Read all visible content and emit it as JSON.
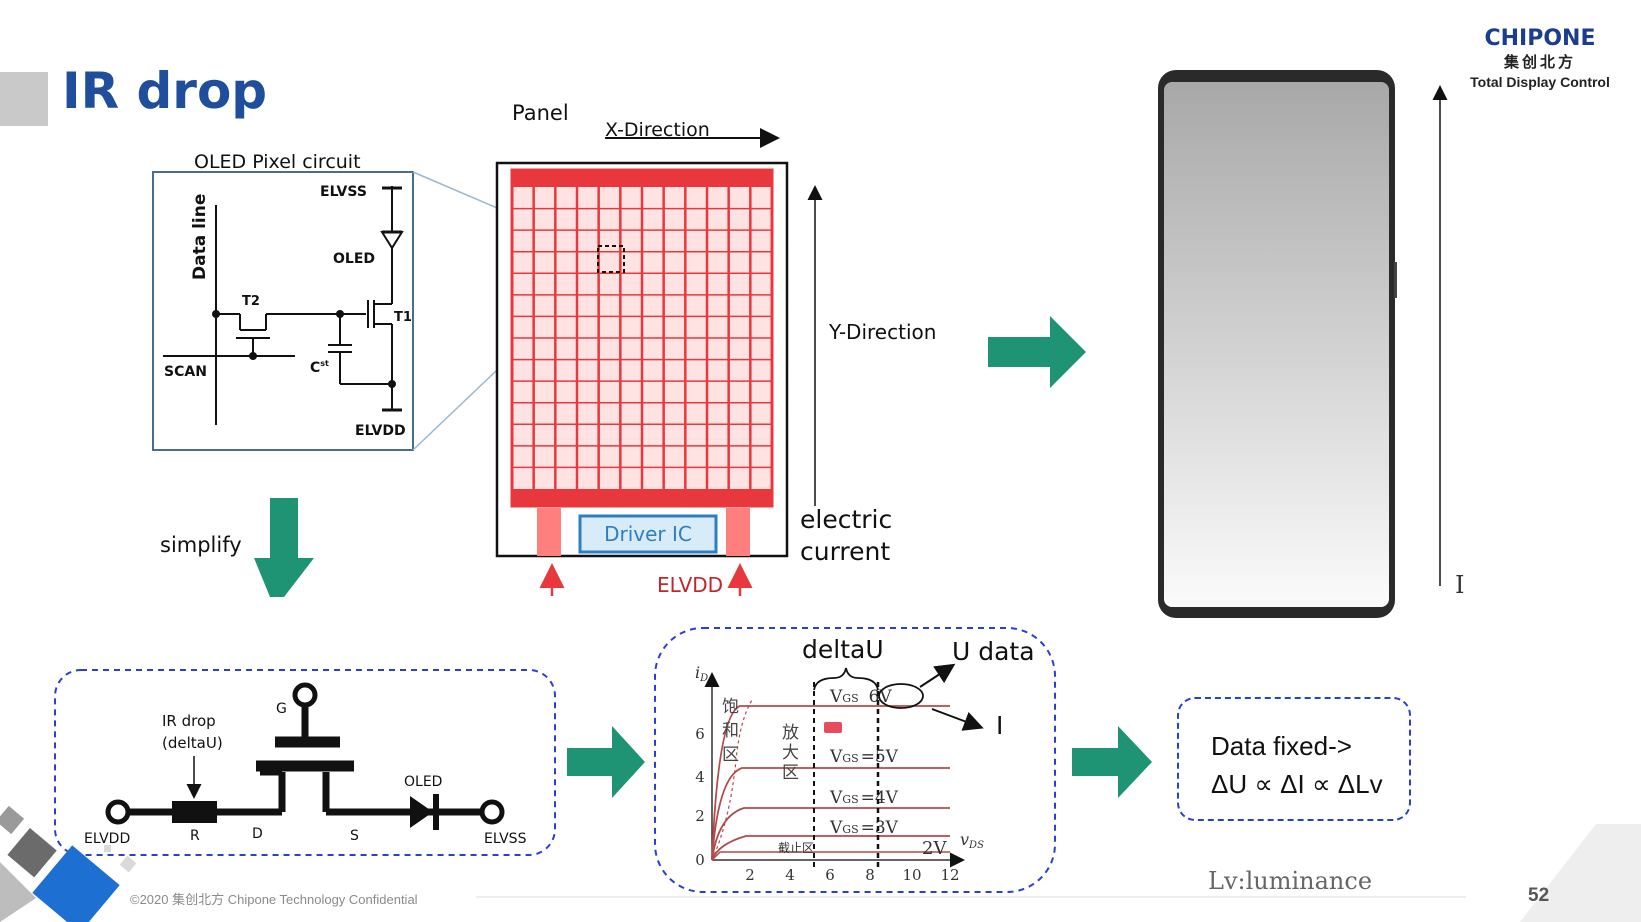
{
  "slide": {
    "title": "IR drop",
    "page_number": "52",
    "footer": "©2020 集创北方 Chipone Technology Confidential"
  },
  "logo": {
    "brand": "CHIPONE",
    "brand_cn": "集创北方",
    "tagline": "Total Display Control"
  },
  "pixel_circuit": {
    "title": "OLED Pixel circuit",
    "labels": {
      "data_line": "Data line",
      "elvss": "ELVSS",
      "oled": "OLED",
      "t2": "T2",
      "t1": "T1",
      "scan": "SCAN",
      "cap": "C",
      "cap_sup": "st",
      "elvdd": "ELVDD"
    }
  },
  "panel": {
    "title": "Panel",
    "x_direction": "X-Direction",
    "y_direction": "Y-Direction",
    "driver_ic": "Driver IC",
    "elvdd": "ELVDD",
    "current_line1": "electric",
    "current_line2": "current",
    "colors": {
      "grid": "#e8383d",
      "fill": "#ffd6d6",
      "ic": "#2e7fc1"
    }
  },
  "simplify_label": "simplify",
  "simplified_circuit": {
    "ir_drop_line1": "IR drop",
    "ir_drop_line2": "(deltaU)",
    "g": "G",
    "oled": "OLED",
    "elvdd": "ELVDD",
    "r": "R",
    "d": "D",
    "s": "S",
    "elvss": "ELVSS"
  },
  "iv_chart": {
    "delta_u": "deltaU",
    "u_data": "U data",
    "i_label": "I",
    "y_axis": "i",
    "y_axis_sub": "D",
    "x_axis": "v",
    "x_axis_sub": "DS",
    "y_ticks": [
      "6",
      "4",
      "2",
      "0"
    ],
    "x_ticks": [
      "2",
      "4",
      "6",
      "8",
      "10",
      "12"
    ],
    "region_saturation": [
      "饱",
      "和",
      "区"
    ],
    "region_amplify": [
      "放",
      "大",
      "区"
    ],
    "region_cutoff": "截止区",
    "vgs_label": "V",
    "vgs_sub": "GS",
    "vgs_values": [
      "6V",
      "=5V",
      "=4V",
      "=3V"
    ],
    "vgs_2v": "2V"
  },
  "data_fixed": {
    "line1": "Data fixed->",
    "line2": "ΔU ∝ ΔI ∝ ΔLv"
  },
  "phone": {
    "current_label": "I"
  },
  "lv_caption": "Lv:luminance",
  "colors": {
    "title": "#1f4e9c",
    "arrow": "#1e9474",
    "dashed": "#2b3fd1"
  }
}
